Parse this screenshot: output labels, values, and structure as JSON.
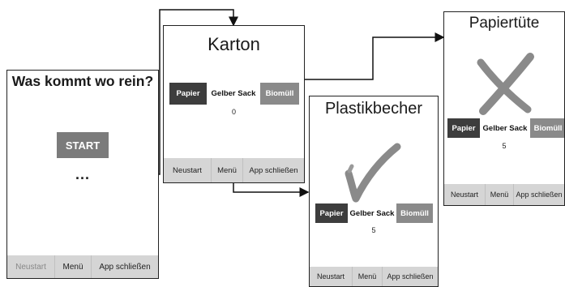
{
  "screens": {
    "start": {
      "title": "Was kommt wo rein?",
      "start_label": "START",
      "dots": "...",
      "nav": {
        "restart": "Neustart",
        "menu": "Menü",
        "close": "App schließen"
      }
    },
    "karton": {
      "title": "Karton",
      "categories": {
        "paper": "Papier",
        "yellow_bag": "Gelber Sack",
        "bio": "Biomüll"
      },
      "score": "0",
      "nav": {
        "restart": "Neustart",
        "menu": "Menü",
        "close": "App schließen"
      }
    },
    "plastikbecher": {
      "title": "Plastikbecher",
      "categories": {
        "paper": "Papier",
        "yellow_bag": "Gelber Sack",
        "bio": "Biomüll"
      },
      "score": "5",
      "feedback_icon": "checkmark-icon",
      "nav": {
        "restart": "Neustart",
        "menu": "Menü",
        "close": "App schließen"
      }
    },
    "papiertuete": {
      "title": "Papiertüte",
      "categories": {
        "paper": "Papier",
        "yellow_bag": "Gelber Sack",
        "bio": "Biomüll"
      },
      "score": "5",
      "feedback_icon": "cross-icon",
      "nav": {
        "restart": "Neustart",
        "menu": "Menü",
        "close": "App schließen"
      }
    }
  },
  "colors": {
    "dark_button": "#3d3d3d",
    "mid_button": "#8a8a8a",
    "bar": "#d5d5d5",
    "mark": "#888888"
  }
}
